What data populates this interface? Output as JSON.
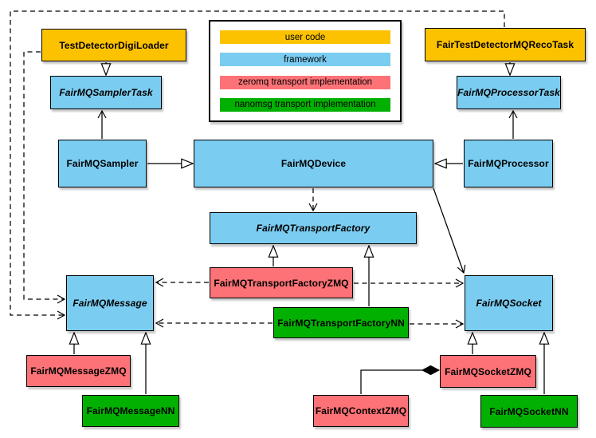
{
  "palette": {
    "user_code": "#FCC200",
    "framework": "#7ACCF0",
    "zeromq": "#FC7276",
    "nanomsg": "#02B002",
    "line": "#000000",
    "background": "#FFFFFF"
  },
  "legend": {
    "items": [
      {
        "label": "user code",
        "color": "user_code"
      },
      {
        "label": "framework",
        "color": "framework"
      },
      {
        "label": "zeromq transport implementation",
        "color": "zeromq"
      },
      {
        "label": "nanomsg transport implementation",
        "color": "nanomsg"
      }
    ]
  },
  "nodes": {
    "test_loader": {
      "label": "TestDetectorDigiLoader",
      "color": "user_code",
      "abstract": false
    },
    "reco_task": {
      "label": "FairTestDetectorMQRecoTask",
      "color": "user_code",
      "abstract": false
    },
    "sampler_task": {
      "label": "FairMQSamplerTask",
      "color": "framework",
      "abstract": true
    },
    "processor_task": {
      "label": "FairMQProcessorTask",
      "color": "framework",
      "abstract": true
    },
    "sampler": {
      "label": "FairMQSampler",
      "color": "framework",
      "abstract": false
    },
    "device": {
      "label": "FairMQDevice",
      "color": "framework",
      "abstract": false
    },
    "processor": {
      "label": "FairMQProcessor",
      "color": "framework",
      "abstract": false
    },
    "transport_factory": {
      "label": "FairMQTransportFactory",
      "color": "framework",
      "abstract": true
    },
    "tf_zmq": {
      "label": "FairMQTransportFactoryZMQ",
      "color": "zeromq",
      "abstract": false
    },
    "tf_nn": {
      "label": "FairMQTransportFactoryNN",
      "color": "nanomsg",
      "abstract": false
    },
    "message": {
      "label": "FairMQMessage",
      "color": "framework",
      "abstract": true
    },
    "socket": {
      "label": "FairMQSocket",
      "color": "framework",
      "abstract": true
    },
    "message_zmq": {
      "label": "FairMQMessageZMQ",
      "color": "zeromq",
      "abstract": false
    },
    "message_nn": {
      "label": "FairMQMessageNN",
      "color": "nanomsg",
      "abstract": false
    },
    "context_zmq": {
      "label": "FairMQContextZMQ",
      "color": "zeromq",
      "abstract": false
    },
    "socket_zmq": {
      "label": "FairMQSocketZMQ",
      "color": "zeromq",
      "abstract": false
    },
    "socket_nn": {
      "label": "FairMQSocketNN",
      "color": "nanomsg",
      "abstract": false
    }
  },
  "edges": [
    {
      "from": "TestDetectorDigiLoader",
      "to": "FairMQSamplerTask",
      "type": "inheritance"
    },
    {
      "from": "FairTestDetectorMQRecoTask",
      "to": "FairMQProcessorTask",
      "type": "inheritance"
    },
    {
      "from": "FairMQSampler",
      "to": "FairMQDevice",
      "type": "inheritance"
    },
    {
      "from": "FairMQProcessor",
      "to": "FairMQDevice",
      "type": "inheritance"
    },
    {
      "from": "FairMQSampler",
      "to": "FairMQSamplerTask",
      "type": "association"
    },
    {
      "from": "FairMQProcessor",
      "to": "FairMQProcessorTask",
      "type": "association"
    },
    {
      "from": "FairMQDevice",
      "to": "FairMQTransportFactory",
      "type": "dependency"
    },
    {
      "from": "FairMQDevice",
      "to": "FairMQSocket",
      "type": "association"
    },
    {
      "from": "FairMQTransportFactoryZMQ",
      "to": "FairMQTransportFactory",
      "type": "inheritance"
    },
    {
      "from": "FairMQTransportFactoryNN",
      "to": "FairMQTransportFactory",
      "type": "inheritance"
    },
    {
      "from": "FairMQTransportFactoryZMQ",
      "to": "FairMQMessage",
      "type": "dependency"
    },
    {
      "from": "FairMQTransportFactoryZMQ",
      "to": "FairMQSocket",
      "type": "dependency"
    },
    {
      "from": "FairMQTransportFactoryNN",
      "to": "FairMQMessage",
      "type": "dependency"
    },
    {
      "from": "FairMQTransportFactoryNN",
      "to": "FairMQSocket",
      "type": "dependency"
    },
    {
      "from": "TestDetectorDigiLoader",
      "to": "FairMQMessage",
      "type": "dependency"
    },
    {
      "from": "FairTestDetectorMQRecoTask",
      "to": "FairMQMessage",
      "type": "dependency"
    },
    {
      "from": "FairMQMessageZMQ",
      "to": "FairMQMessage",
      "type": "inheritance"
    },
    {
      "from": "FairMQMessageNN",
      "to": "FairMQMessage",
      "type": "inheritance"
    },
    {
      "from": "FairMQSocketZMQ",
      "to": "FairMQSocket",
      "type": "inheritance"
    },
    {
      "from": "FairMQSocketNN",
      "to": "FairMQSocket",
      "type": "inheritance"
    },
    {
      "from": "FairMQContextZMQ",
      "to": "FairMQSocketZMQ",
      "type": "composition"
    }
  ]
}
